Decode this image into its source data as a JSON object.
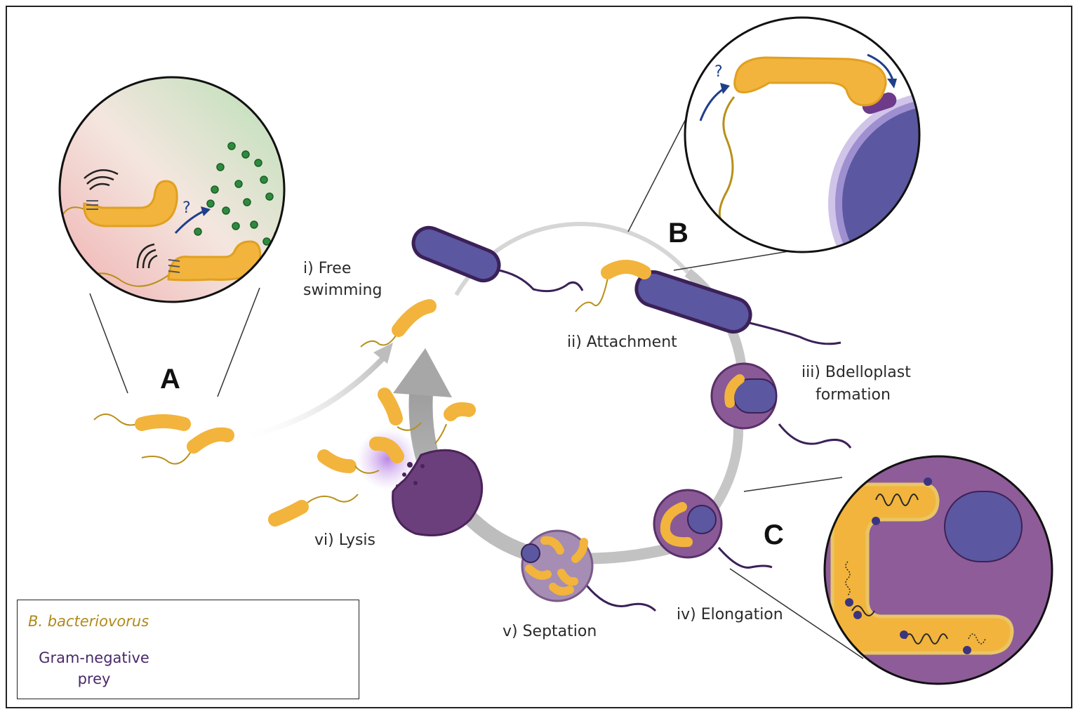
{
  "panels": {
    "a": "A",
    "b": "B",
    "c": "C"
  },
  "stages": {
    "free_line1": "i) Free",
    "free_line2": "swimming",
    "attachment": "ii) Attachment",
    "bdelloplast_line1": "iii) Bdelloplast",
    "bdelloplast_line2": "formation",
    "elongation": "iv) Elongation",
    "septation": "v) Septation",
    "lysis": "vi) Lysis"
  },
  "question_mark": "?",
  "legend": {
    "bdello": "B. bacteriovorus",
    "prey_line1": "Gram-negative",
    "prey_line2": "prey"
  },
  "colors": {
    "bdello_fill": "#f2b43c",
    "bdello_outline": "#e0a020",
    "prey_fill": "#5b57a0",
    "prey_outline": "#3b2158",
    "bdelloplast": "#8a5a96",
    "signal_dots": "#2e8b3e",
    "arrow_blue": "#1f3f8a",
    "cycle_gray": "#c8c8c8"
  },
  "icons": [
    "bdellovibrio-cell",
    "prey-cell",
    "bdelloplast",
    "signal-molecules",
    "sensing-waves"
  ]
}
